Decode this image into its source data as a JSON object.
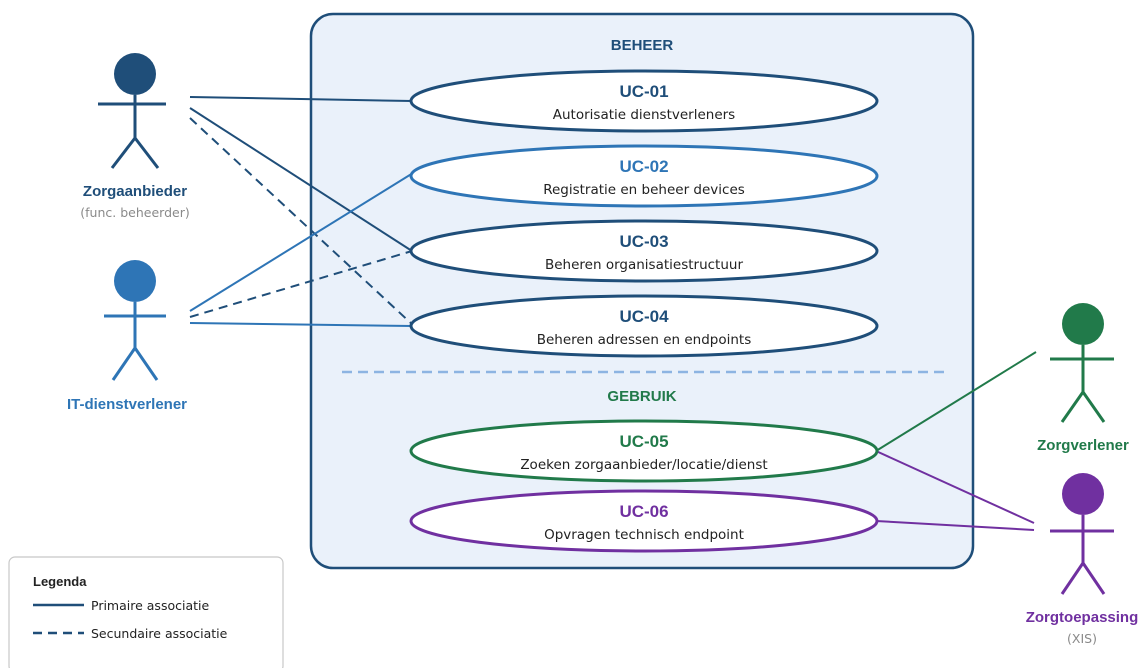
{
  "colors": {
    "dark_blue": "#1f4e79",
    "mid_blue": "#2e75b6",
    "green": "#217a4a",
    "purple": "#7030a0",
    "box_fill": "#eaf1fa",
    "box_border": "#1f4e79",
    "divider": "#8db4e2",
    "gray_text": "#8a8a8a"
  },
  "system": {
    "section_beheer": "BEHEER",
    "section_gebruik": "GEBRUIK"
  },
  "use_cases": [
    {
      "id": "UC-01",
      "title": "Autorisatie dienstverleners",
      "color": "#1f4e79"
    },
    {
      "id": "UC-02",
      "title": "Registratie en beheer devices",
      "color": "#2e75b6"
    },
    {
      "id": "UC-03",
      "title": "Beheren organisatiestructuur",
      "color": "#1f4e79"
    },
    {
      "id": "UC-04",
      "title": "Beheren adressen en endpoints",
      "color": "#1f4e79"
    },
    {
      "id": "UC-05",
      "title": "Zoeken zorgaanbieder/locatie/dienst",
      "color": "#217a4a"
    },
    {
      "id": "UC-06",
      "title": "Opvragen technisch endpoint",
      "color": "#7030a0"
    }
  ],
  "actors": {
    "zorgaanbieder": {
      "name": "Zorgaanbieder",
      "subtitle": "(func. beheerder)",
      "color": "#1f4e79",
      "icon": "stick-figure-icon"
    },
    "it_dienstverlener": {
      "name": "IT-dienstverlener",
      "subtitle": "",
      "color": "#2e75b6",
      "icon": "stick-figure-icon"
    },
    "zorgverlener": {
      "name": "Zorgverlener",
      "subtitle": "",
      "color": "#217a4a",
      "icon": "stick-figure-icon"
    },
    "zorgtoepassing": {
      "name": "Zorgtoepassing",
      "subtitle": "(XIS)",
      "color": "#7030a0",
      "icon": "stick-figure-icon"
    }
  },
  "legend": {
    "title": "Legenda",
    "primary": "Primaire associatie",
    "secondary": "Secundaire associatie"
  }
}
